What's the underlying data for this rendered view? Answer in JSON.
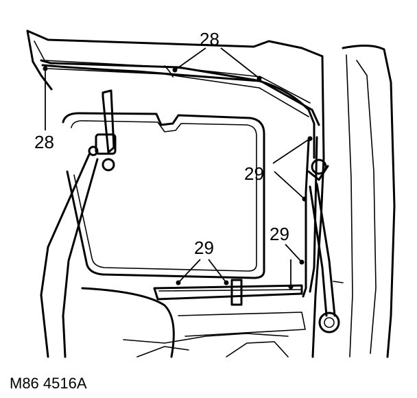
{
  "figure": {
    "code": "M86 4516A",
    "callouts": {
      "top_center": "28",
      "left": "28",
      "right_upper": "29",
      "right_lower": "29",
      "bottom_center": "29"
    }
  }
}
